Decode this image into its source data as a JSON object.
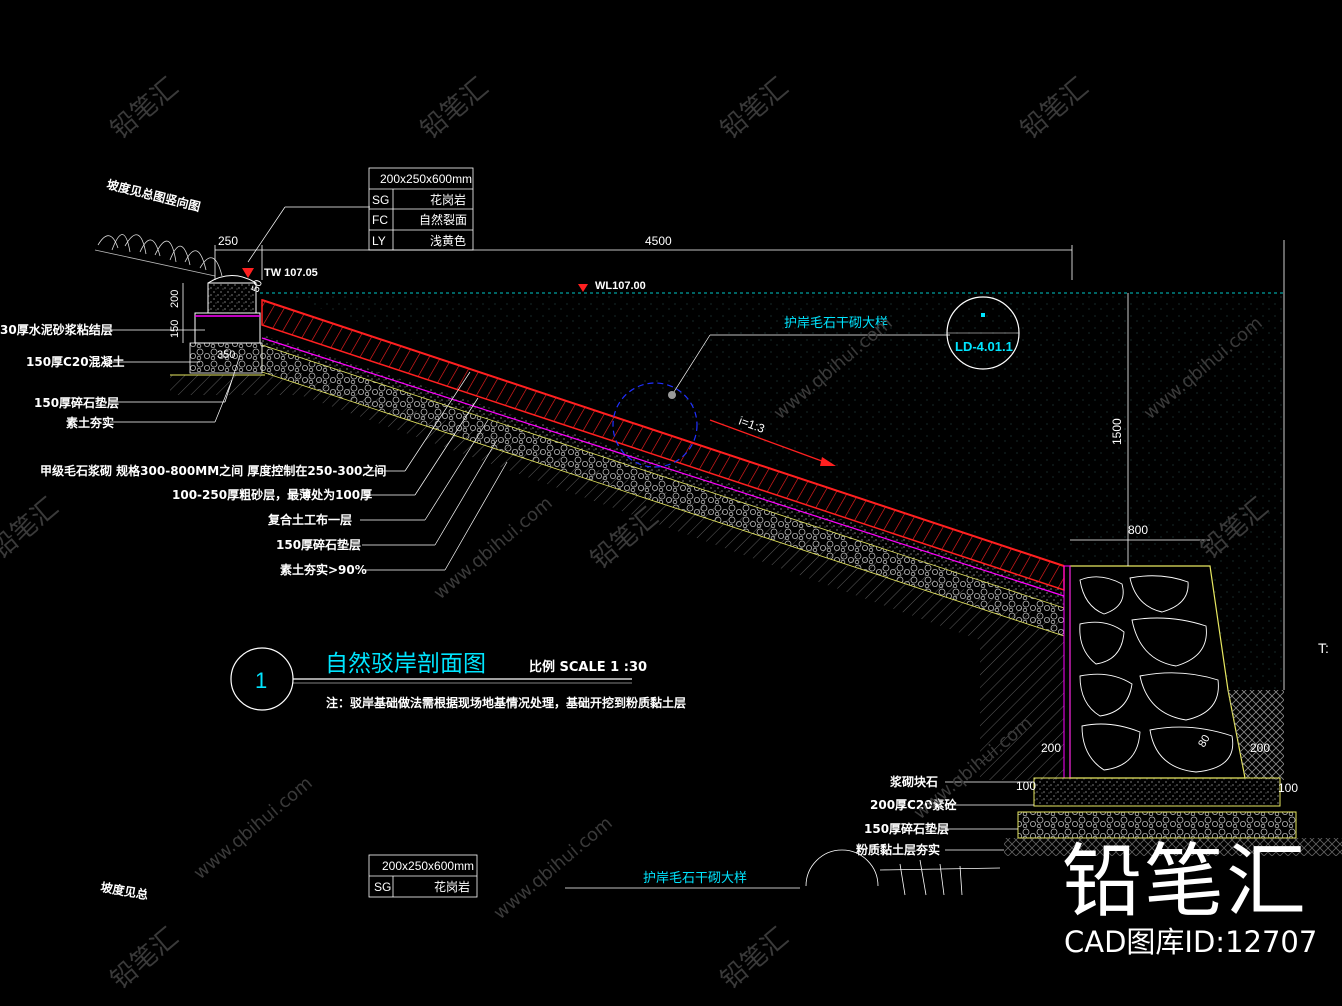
{
  "table_top": {
    "header": "200x250x600mm",
    "rows": [
      {
        "code": "SG",
        "value": "花岗岩"
      },
      {
        "code": "FC",
        "value": "自然裂面"
      },
      {
        "code": "LY",
        "value": "浅黄色"
      }
    ]
  },
  "table_bottom": {
    "header": "200x250x600mm",
    "rows": [
      {
        "code": "SG",
        "value": "花岗岩"
      }
    ]
  },
  "notes": {
    "slope_ref": "坡度见总图竖向图",
    "slope_ref_cut": "坡度见总",
    "elevation_tw": "TW 107.05",
    "elevation_wl": "WL107.00",
    "detail_title": "护岸毛石干砌大样",
    "detail_ref": "LD-4.01.1",
    "slope_ratio": "i=1:3",
    "bottom_detail_title": "护岸毛石干砌大样"
  },
  "dimensions": {
    "d250": "250",
    "d4500": "4500",
    "d200": "200",
    "d150": "150",
    "d50": "50",
    "d350": "350",
    "d1500": "1500",
    "d800": "800",
    "d200_left": "200",
    "d200_right": "200",
    "d100_left": "100",
    "d100_right": "100",
    "d80": "80"
  },
  "left_layers": [
    "30厚水泥砂浆粘结层",
    "150厚C20混凝土",
    "150厚碎石垫层",
    "素土夯实"
  ],
  "slope_layers": [
    "甲级毛石浆砌 规格300-800MM之间 厚度控制在250-300之间",
    "100-250厚粗砂层，最薄处为100厚",
    "复合土工布一层",
    "150厚碎石垫层",
    "素土夯实>90%"
  ],
  "footing_layers": [
    "浆砌块石",
    "200厚C20素砼",
    "150厚碎石垫层",
    "粉质黏土层夯实"
  ],
  "title_block": {
    "number": "1",
    "title": "自然驳岸剖面图",
    "scale": "比例 SCALE 1 :30",
    "note": "注：驳岸基础做法需根据现场地基情况处理，基础开挖到粉质黏土层"
  },
  "side_text": "T:",
  "watermark": {
    "brand": "铅笔汇",
    "id": "CAD图库ID:12707",
    "url_text": "www.qbihui.com"
  },
  "colors": {
    "background": "#000000",
    "line": "#ffffff",
    "red": "#ff2020",
    "cyan": "#00e5ff",
    "yellow": "#e8e860",
    "magenta": "#ff00ff",
    "blue": "#2030ff"
  }
}
